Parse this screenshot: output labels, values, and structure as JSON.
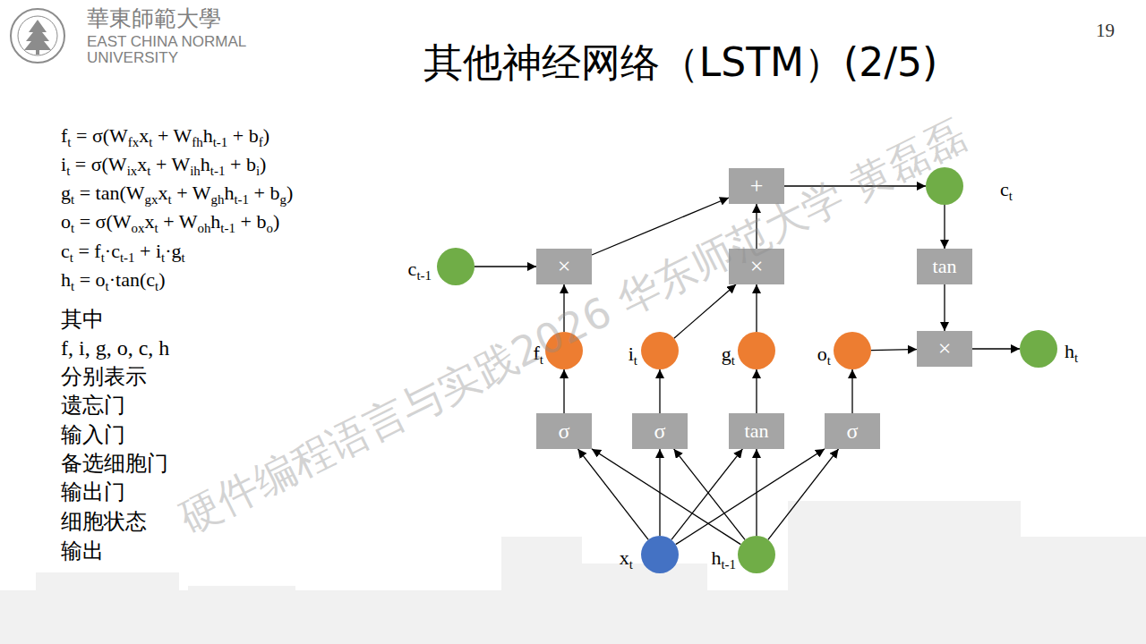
{
  "diagram": {
    "title": "其他神经网络（LSTM）(2/5)",
    "nodes": [
      {
        "text": [
          "+"
        ]
      },
      {
        "text": [
          "ct"
        ]
      },
      {
        "text": [
          "ct-1"
        ]
      },
      {
        "text": [
          "×"
        ]
      },
      {
        "text": [
          "×"
        ]
      },
      {
        "text": [
          "tan"
        ]
      },
      {
        "text": [
          "ft"
        ]
      },
      {
        "text": [
          "it"
        ]
      },
      {
        "text": [
          "gt"
        ]
      },
      {
        "text": [
          "ot"
        ]
      },
      {
        "text": [
          "×"
        ]
      },
      {
        "text": [
          "ht"
        ]
      },
      {
        "text": [
          "σ"
        ]
      },
      {
        "text": [
          "σ"
        ]
      },
      {
        "text": [
          "tan"
        ]
      },
      {
        "text": [
          "σ"
        ]
      },
      {
        "text": [
          "xt"
        ]
      },
      {
        "text": [
          "ht-1"
        ]
      }
    ],
    "edges": [
      {
        "from": 2,
        "to": 3,
        "arrow": "to"
      },
      {
        "from": 6,
        "to": 3,
        "arrow": "to"
      },
      {
        "from": 3,
        "to": 0,
        "arrow": "to"
      },
      {
        "from": 4,
        "to": 0,
        "arrow": "to"
      },
      {
        "from": 0,
        "to": 1,
        "arrow": "to"
      },
      {
        "from": 7,
        "to": 4,
        "arrow": "to"
      },
      {
        "from": 8,
        "to": 4,
        "arrow": "to"
      },
      {
        "from": 1,
        "to": 5,
        "arrow": "to"
      },
      {
        "from": 5,
        "to": 10,
        "arrow": "to"
      },
      {
        "from": 9,
        "to": 10,
        "arrow": "to"
      },
      {
        "from": 10,
        "to": 11,
        "arrow": "to"
      },
      {
        "from": 12,
        "to": 6,
        "arrow": "to"
      },
      {
        "from": 13,
        "to": 7,
        "arrow": "to"
      },
      {
        "from": 14,
        "to": 8,
        "arrow": "to"
      },
      {
        "from": 15,
        "to": 9,
        "arrow": "to"
      },
      {
        "from": 16,
        "to": 12,
        "arrow": "to"
      },
      {
        "from": 16,
        "to": 13,
        "arrow": "to"
      },
      {
        "from": 16,
        "to": 14,
        "arrow": "to"
      },
      {
        "from": 16,
        "to": 15,
        "arrow": "to"
      },
      {
        "from": 17,
        "to": 12,
        "arrow": "to"
      },
      {
        "from": 17,
        "to": 13,
        "arrow": "to"
      },
      {
        "from": 17,
        "to": 14,
        "arrow": "to"
      },
      {
        "from": 17,
        "to": 15,
        "arrow": "to"
      }
    ],
    "labels": [
      "華東師範大學",
      "EAST CHINA NORMAL",
      "UNIVERSITY",
      "19",
      "ft = σ(Wfxxt + Wfhht-1 + bf)",
      "it = σ(Wixxt + Wihht-1 + bi)",
      "gt = tan(Wgxxt + Wghht-1 + bg)",
      "ot = σ(Woxxt + Wohht-1 + bo)",
      "ct = ft·ct-1 + it·gt",
      "ht = ot·tan(ct)",
      "其中",
      "f, i, g, o, c, h",
      "分别表示",
      "遗忘门",
      "输入门",
      "备选细胞门",
      "输出门",
      "细胞状态",
      "输出",
      "硬件编程语言与实践2026 华东师范大学 黄磊磊"
    ]
  }
}
